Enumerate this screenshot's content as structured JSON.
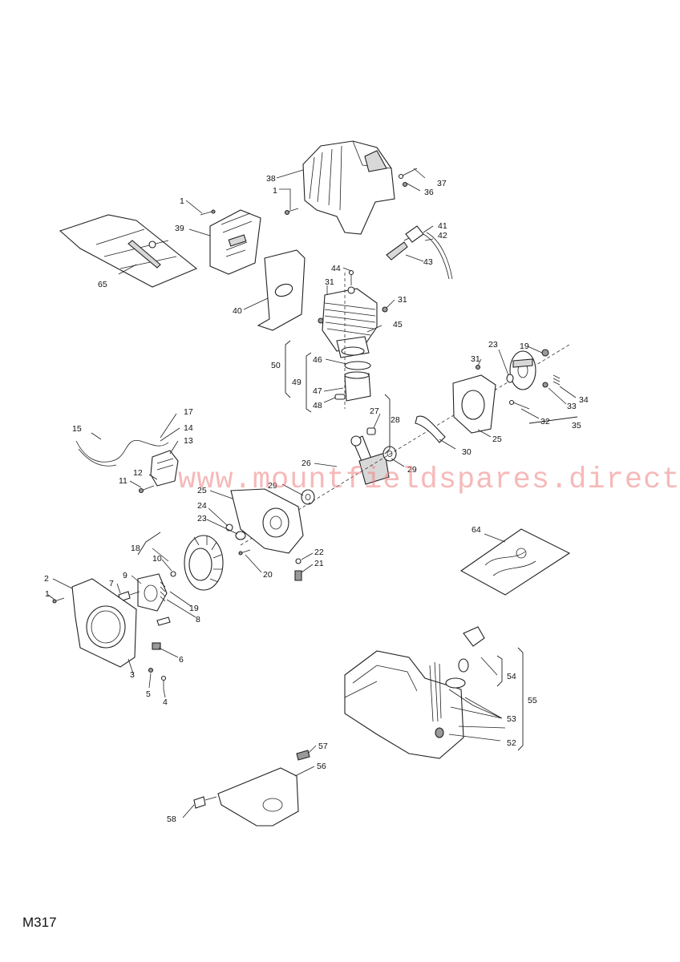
{
  "page_code": "M317",
  "watermark": "www.mountfieldspares.direct",
  "callouts": {
    "c1a": "1",
    "c1b": "1",
    "c1c": "1",
    "c2": "2",
    "c3": "3",
    "c4": "4",
    "c5": "5",
    "c6": "6",
    "c7": "7",
    "c8": "8",
    "c9": "9",
    "c10": "10",
    "c11": "11",
    "c12": "12",
    "c13": "13",
    "c14": "14",
    "c15": "15",
    "c17": "17",
    "c18": "18",
    "c19a": "19",
    "c19b": "19",
    "c20": "20",
    "c21": "21",
    "c22": "22",
    "c23a": "23",
    "c23b": "23",
    "c24": "24",
    "c25a": "25",
    "c25b": "25",
    "c26": "26",
    "c27": "27",
    "c28": "28",
    "c29a": "29",
    "c29b": "29",
    "c30": "30",
    "c31a": "31",
    "c31b": "31",
    "c31c": "31",
    "c32": "32",
    "c33": "33",
    "c34": "34",
    "c35": "35",
    "c36": "36",
    "c37": "37",
    "c38": "38",
    "c39": "39",
    "c40": "40",
    "c41": "41",
    "c42": "42",
    "c43": "43",
    "c44": "44",
    "c45": "45",
    "c46": "46",
    "c47": "47",
    "c48": "48",
    "c49": "49",
    "c50": "50",
    "c52": "52",
    "c53": "53",
    "c54": "54",
    "c55": "55",
    "c56": "56",
    "c57": "57",
    "c58": "58",
    "c64": "64",
    "c65": "65"
  }
}
